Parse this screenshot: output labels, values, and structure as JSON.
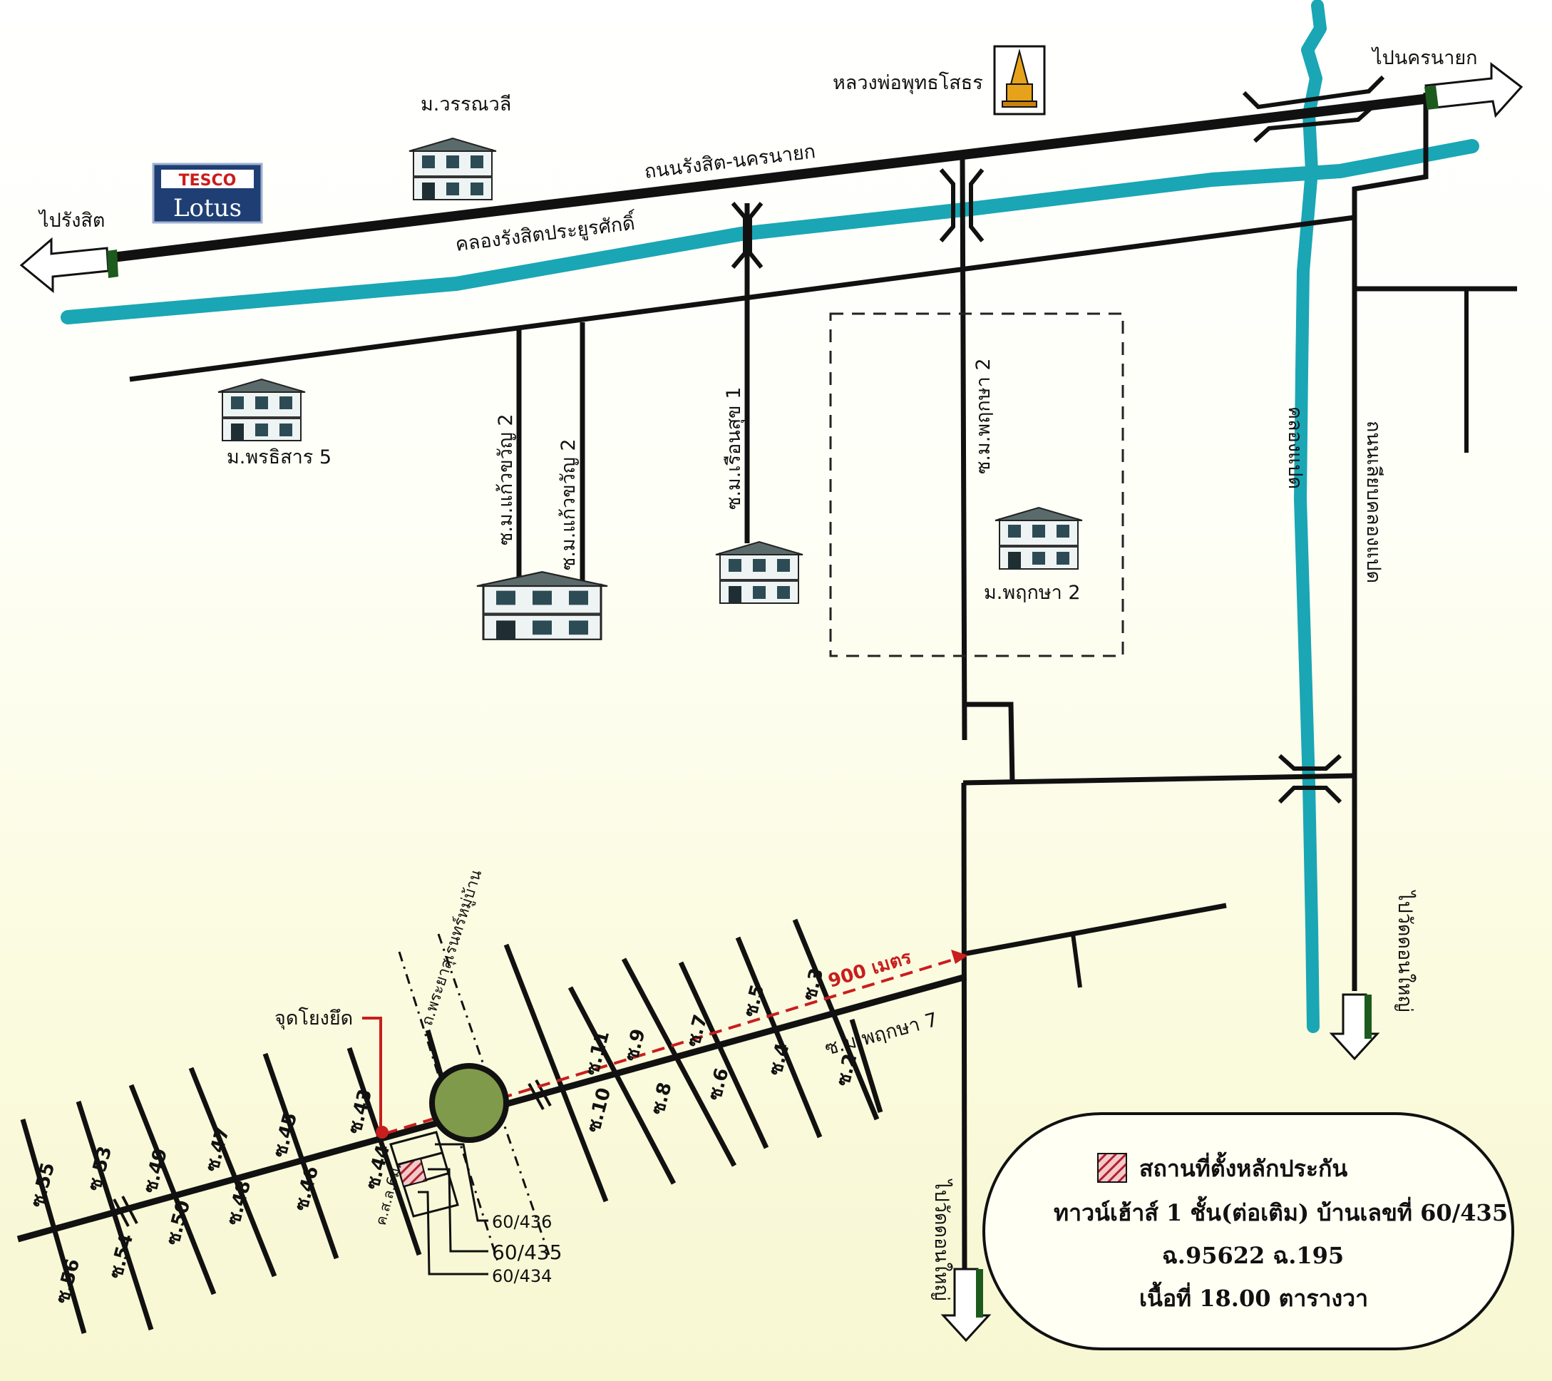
{
  "colors": {
    "road": "#111111",
    "canal": "#1aa6b4",
    "route": "#c81e1e",
    "arrow_green": "#1d5a1d",
    "plot_hatch": "#b0202e",
    "circle_fill": "#7f9a4a"
  },
  "icons": [
    "house-icon",
    "temple-stupa-icon",
    "tesco-lotus-logo",
    "bridge-icon",
    "direction-arrow-icon",
    "hatched-square-icon"
  ],
  "labels": {
    "to_rangsit": "ไปรังสิต",
    "to_nakhon_nayok": "ไปนครนายก",
    "rangsit_nakhon_nayok_road": "ถนนรังสิต-นครนายก",
    "khlong_rangsit": "คลองรังสิตประยูรศักดิ์",
    "luang_por_buddha_sothorn": "หลวงพ่อพุทธโสธร",
    "moo_wannawalee": "ม.วรรณวลี",
    "moo_porntisarn_5": "ม.พรธิสาร 5",
    "soi_kaewkwan_2a": "ซ.ม.แก้วขวัญ 2",
    "soi_kaewkwan_2b": "ซ.ม.แก้วขวัญ 2",
    "soi_ruensuk_1": "ซ.ม.เรือนสุข 1",
    "soi_pruksa_2": "ซ.ม.พฤกษา 2",
    "moo_pruksa_2": "ม.พฤกษา 2",
    "khlong_paet": "คลองแปด",
    "road_khlong_paet": "ถนนเลียบคลองแปด",
    "to_wat_don_yai_right": "ไปวัดดอนใหญ่",
    "to_wat_don_yai_bottom": "ไปวัดดอนใหญ่",
    "soi_pruksa_7": "ซ.ม.พฤกษา 7",
    "distance": "900 เมตร",
    "junction_point": "จุดโยงยึด",
    "side_road": "ค.ส.ล.6ม.",
    "main_soi": "ถ.พระยาสุเรนทร์หมู่บ้าน",
    "house_436": "60/436",
    "house_435": "60/435",
    "house_434": "60/434",
    "tesco_top": "TESCO",
    "tesco_bottom": "Lotus"
  },
  "soi_numbers": {
    "s55": "ซ.55",
    "s56": "ซ.56",
    "s53": "ซ.53",
    "s54": "ซ.54",
    "s49": "ซ.49",
    "s50": "ซ.50",
    "s47": "ซ.47",
    "s48": "ซ.48",
    "s45": "ซ.45",
    "s46": "ซ.46",
    "s43": "ซ.43",
    "s44": "ซ.44",
    "s11": "ซ.11",
    "s10": "ซ.10",
    "s9": "ซ.9",
    "s8": "ซ.8",
    "s7": "ซ.7",
    "s6": "ซ.6",
    "s5": "ซ.5",
    "s4": "ซ.4",
    "s3": "ซ.3",
    "s2": "ซ.2"
  },
  "legend": {
    "title": "สถานที่ตั้งหลักประกัน",
    "line1": "ทาวน์เฮ้าส์ 1 ชั้น(ต่อเติม) บ้านเลขที่ 60/435",
    "line2": "ฉ.95622 ฉ.195",
    "line3": "เนื้อที่ 18.00 ตารางวา"
  }
}
